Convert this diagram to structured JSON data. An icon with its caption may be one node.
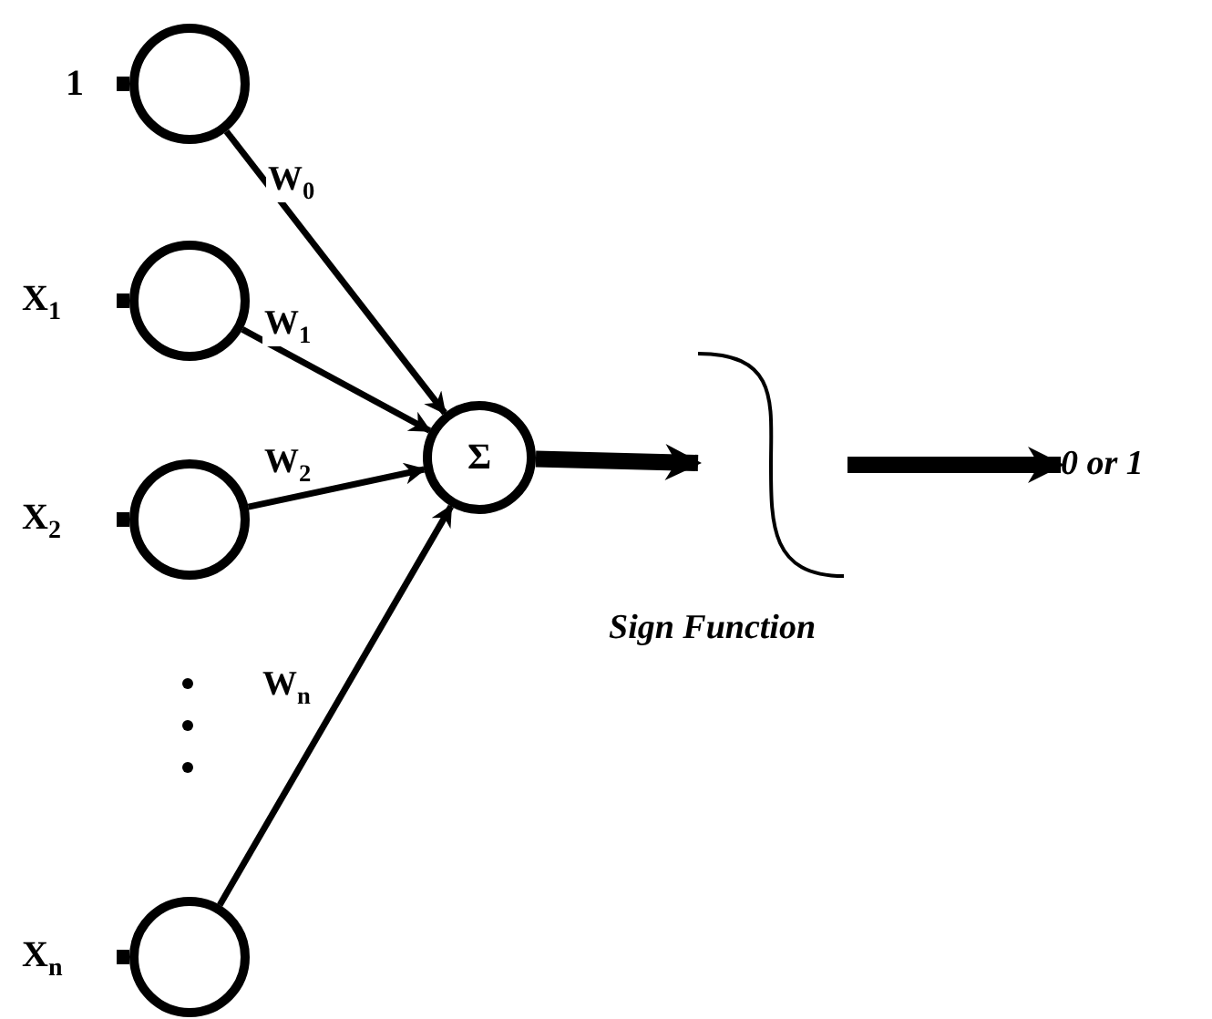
{
  "diagram": {
    "nodes": [
      {
        "text": [],
        "shape": "circle",
        "beside": [
          "1"
        ]
      },
      {
        "text": [],
        "shape": "circle",
        "beside": [
          "X$_{1}$"
        ]
      },
      {
        "text": [],
        "shape": "circle",
        "beside": [
          "X$_{2}$"
        ]
      },
      {
        "text": [],
        "shape": "circle",
        "beside": [
          "X$_{n}$"
        ]
      },
      {
        "text": [
          "Σ"
        ]
      },
      {
        "text": [],
        "shape": "curve",
        "beside": [
          "Sign Function"
        ]
      },
      {
        "text": [
          "0 or 1"
        ]
      }
    ],
    "edges": [
      {
        "from": 0,
        "to": 4,
        "arrow": "to",
        "label": "W$_{0}$"
      },
      {
        "from": 1,
        "to": 4,
        "arrow": "to",
        "label": "W$_{1}$"
      },
      {
        "from": 2,
        "to": 4,
        "arrow": "to",
        "label": "W$_{2}$"
      },
      {
        "from": 3,
        "to": 4,
        "arrow": "to",
        "label": "W$_{n}$"
      },
      {
        "from": 4,
        "to": 5,
        "arrow": "to",
        "style": "thick"
      },
      {
        "from": 5,
        "to": 6,
        "arrow": "to",
        "style": "thick"
      }
    ]
  }
}
